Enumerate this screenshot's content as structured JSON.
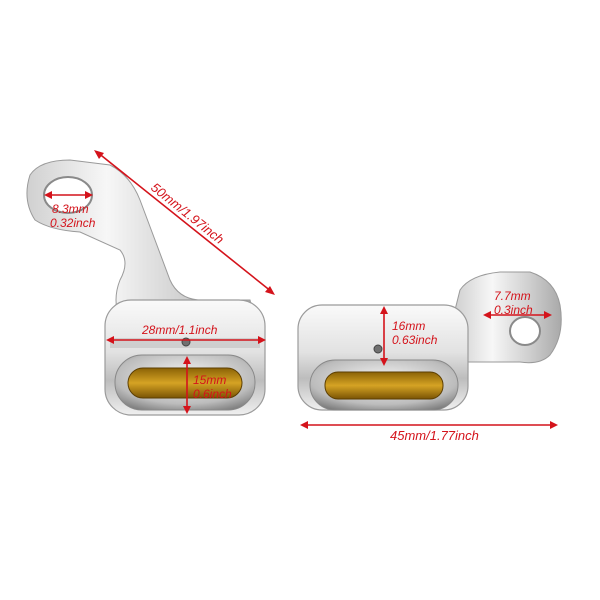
{
  "colors": {
    "background": "#ffffff",
    "dimension": "#d4131b",
    "chrome_light": "#f4f4f4",
    "chrome_mid": "#c9c9c9",
    "chrome_dark": "#8a8a8a",
    "lens_amber": "#c99a1a"
  },
  "left_bracket": {
    "hole_label_mm": "8.3mm",
    "hole_label_in": "0.32inch",
    "length_label": "50mm/1.97inch",
    "width_label": "28mm/1.1inch",
    "lens_label_mm": "15mm",
    "lens_label_in": "0.6inch"
  },
  "right_bracket": {
    "hole_label_mm": "7.7mm",
    "hole_label_in": "0.3inch",
    "height_label_mm": "16mm",
    "height_label_in": "0.63inch",
    "length_label": "45mm/1.77inch"
  }
}
